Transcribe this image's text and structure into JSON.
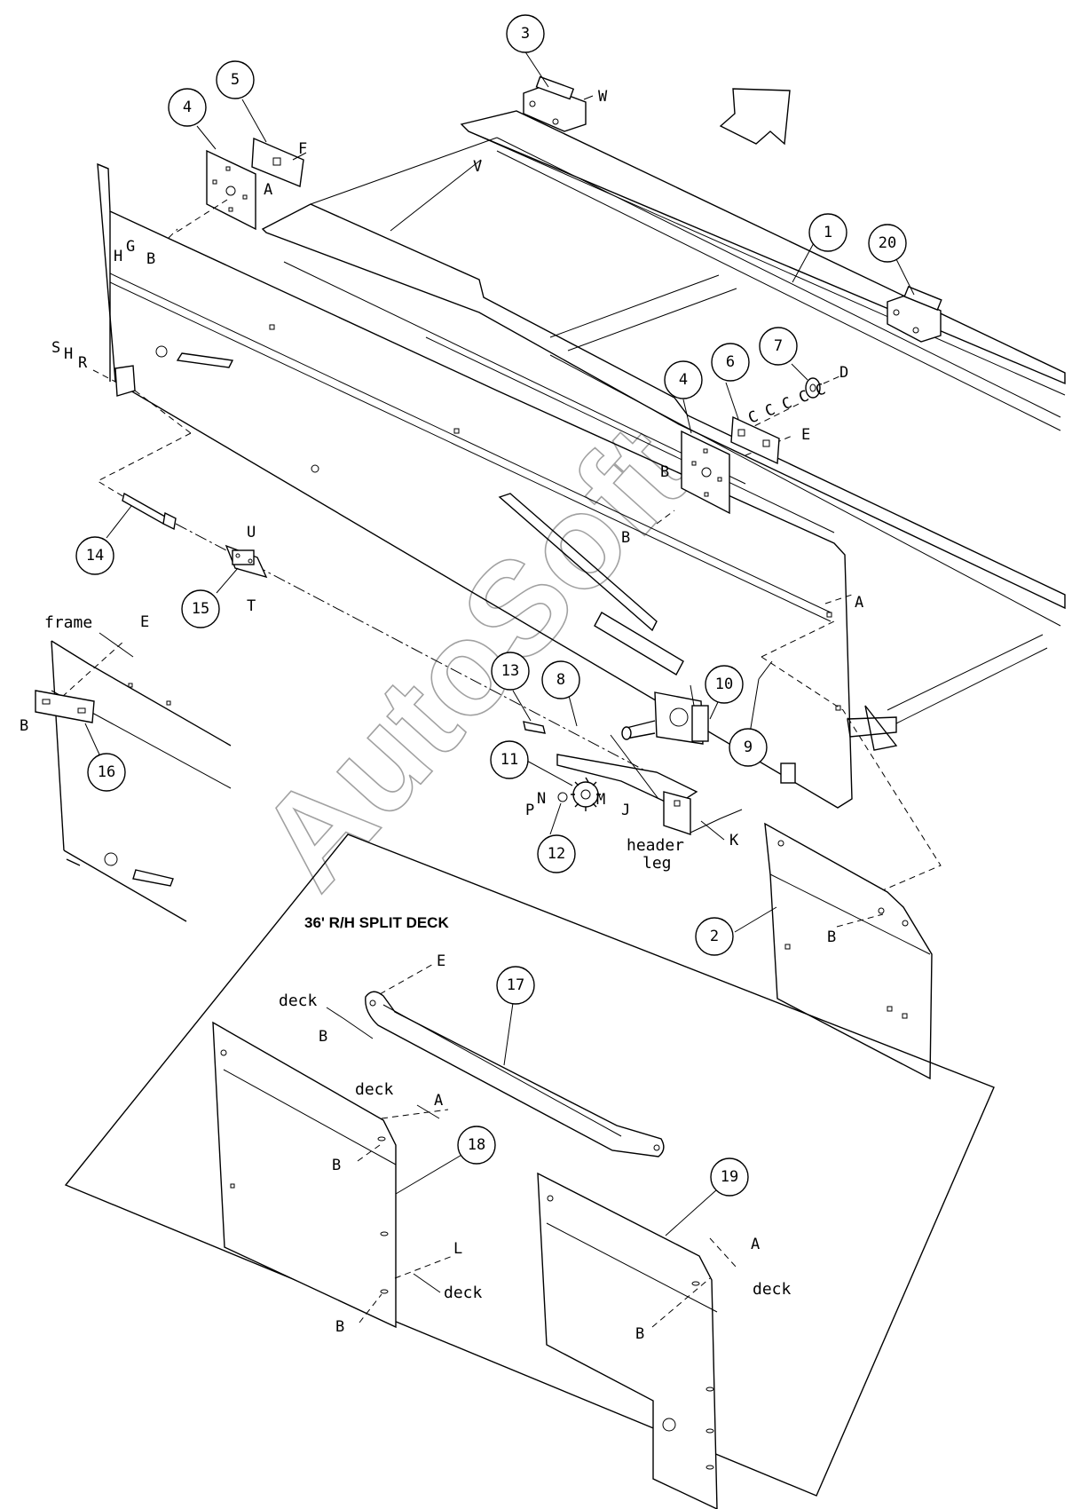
{
  "diagram": {
    "title": "36' R/H SPLIT DECK",
    "watermark": "AutoSoft",
    "callouts": {
      "c1": "1",
      "c2": "2",
      "c3": "3",
      "c4a": "4",
      "c4b": "4",
      "c5": "5",
      "c6": "6",
      "c7": "7",
      "c8": "8",
      "c9": "9",
      "c10": "10",
      "c11": "11",
      "c12": "12",
      "c13": "13",
      "c14": "14",
      "c15": "15",
      "c16": "16",
      "c17": "17",
      "c18": "18",
      "c19": "19",
      "c20": "20"
    },
    "letters": {
      "w": "W",
      "f": "F",
      "a1": "A",
      "v": "V",
      "g": "G",
      "h1": "H",
      "b1": "B",
      "s": "S",
      "h2": "H",
      "r": "R",
      "d": "D",
      "c_row": "C C C C C",
      "e1": "E",
      "b2": "B",
      "b3": "B",
      "u": "U",
      "t": "T",
      "a2": "A",
      "e2": "E",
      "b4": "B",
      "n": "N",
      "p": "P",
      "m": "M",
      "j": "J",
      "k": "K",
      "b5": "B",
      "e3": "E",
      "b6": "B",
      "a3": "A",
      "b7": "B",
      "l": "L",
      "b8": "B",
      "a4": "A",
      "b9": "B"
    },
    "words": {
      "frame": "frame",
      "header": "header",
      "leg": "leg",
      "deck1": "deck",
      "deck2": "deck",
      "deck3": "deck",
      "deck4": "deck"
    },
    "colors": {
      "line": "#000000",
      "background": "#ffffff",
      "watermark": "#555555"
    }
  }
}
